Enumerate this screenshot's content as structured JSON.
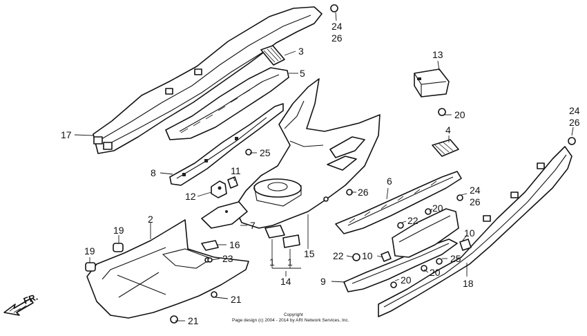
{
  "callouts": [
    {
      "id": "c24a",
      "text": "24"
    },
    {
      "id": "c26a",
      "text": "26"
    },
    {
      "id": "c3",
      "text": "3"
    },
    {
      "id": "c5",
      "text": "5"
    },
    {
      "id": "c17",
      "text": "17"
    },
    {
      "id": "c13",
      "text": "13"
    },
    {
      "id": "c20a",
      "text": "20"
    },
    {
      "id": "c24b",
      "text": "24"
    },
    {
      "id": "c26b",
      "text": "26"
    },
    {
      "id": "c4",
      "text": "4"
    },
    {
      "id": "c25a",
      "text": "25"
    },
    {
      "id": "c8",
      "text": "8"
    },
    {
      "id": "c11",
      "text": "11"
    },
    {
      "id": "c12",
      "text": "12"
    },
    {
      "id": "c26c",
      "text": "26"
    },
    {
      "id": "c6",
      "text": "6"
    },
    {
      "id": "c24c",
      "text": "24"
    },
    {
      "id": "c26d",
      "text": "26"
    },
    {
      "id": "c2",
      "text": "2"
    },
    {
      "id": "c7",
      "text": "7"
    },
    {
      "id": "c19a",
      "text": "19"
    },
    {
      "id": "c16",
      "text": "16"
    },
    {
      "id": "c20b",
      "text": "20"
    },
    {
      "id": "c22a",
      "text": "22"
    },
    {
      "id": "c10a",
      "text": "10"
    },
    {
      "id": "c19b",
      "text": "19"
    },
    {
      "id": "c23",
      "text": "23"
    },
    {
      "id": "c15",
      "text": "15"
    },
    {
      "id": "c22b",
      "text": "22"
    },
    {
      "id": "c10b",
      "text": "10"
    },
    {
      "id": "c1a",
      "text": "1"
    },
    {
      "id": "c1b",
      "text": "1"
    },
    {
      "id": "c25b",
      "text": "25"
    },
    {
      "id": "c20c",
      "text": "20"
    },
    {
      "id": "c14",
      "text": "14"
    },
    {
      "id": "c9",
      "text": "9"
    },
    {
      "id": "c20d",
      "text": "20"
    },
    {
      "id": "c18",
      "text": "18"
    },
    {
      "id": "c21a",
      "text": "21"
    },
    {
      "id": "c21b",
      "text": "21"
    }
  ],
  "direction_label": "FR.",
  "copyright_line1": "Copyright",
  "copyright_line2": "Page design (c) 2004 - 2014 by ARI Network Services, Inc.",
  "colors": {
    "ink": "#111111",
    "paper": "#ffffff"
  }
}
